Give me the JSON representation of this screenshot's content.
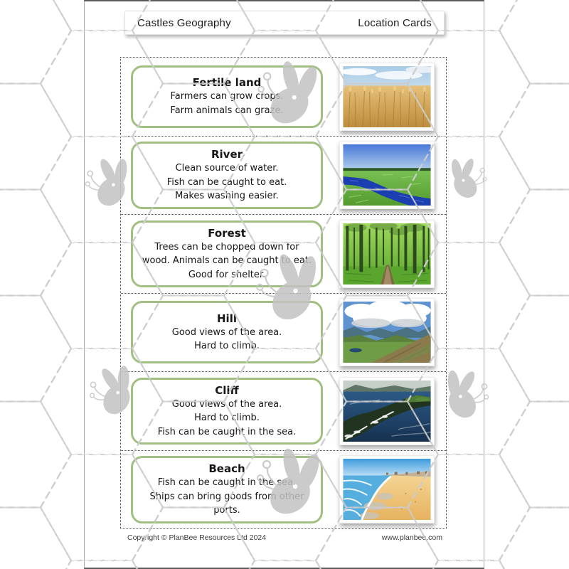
{
  "header": {
    "title_left": "Castles Geography",
    "title_right": "Location Cards"
  },
  "footer": {
    "copyright": "Copyright © PlanBee Resources Ltd 2024",
    "website": "www.planbee.com"
  },
  "cards": [
    {
      "title": "Fertile land",
      "lines": [
        "Farmers can grow crops.",
        "Farm animals can graze."
      ],
      "photo": "wheat-field"
    },
    {
      "title": "River",
      "lines": [
        "Clean source of water.",
        "Fish can be caught to eat.",
        "Makes washing easier."
      ],
      "photo": "river-meadow"
    },
    {
      "title": "Forest",
      "lines": [
        "Trees can be chopped down for wood. Animals can be caught to eat. Good for shelter."
      ],
      "photo": "forest-path"
    },
    {
      "title": "Hill",
      "lines": [
        "Good views of the area.",
        "Hard to climb."
      ],
      "photo": "hill-view"
    },
    {
      "title": "Cliff",
      "lines": [
        "Good views of the area.",
        "Hard to climb.",
        "Fish can be caught in the sea."
      ],
      "photo": "cliff-coast"
    },
    {
      "title": "Beach",
      "lines": [
        "Fish can be caught in the sea.",
        "Ships can bring goods from other ports."
      ],
      "photo": "sandy-beach"
    }
  ],
  "palette": {
    "card_border_green": "#a2bf82",
    "watermark_gray": "#c2c2c2",
    "cut_line": "#4a4a4a",
    "page_edge": "#5a5a5a"
  }
}
